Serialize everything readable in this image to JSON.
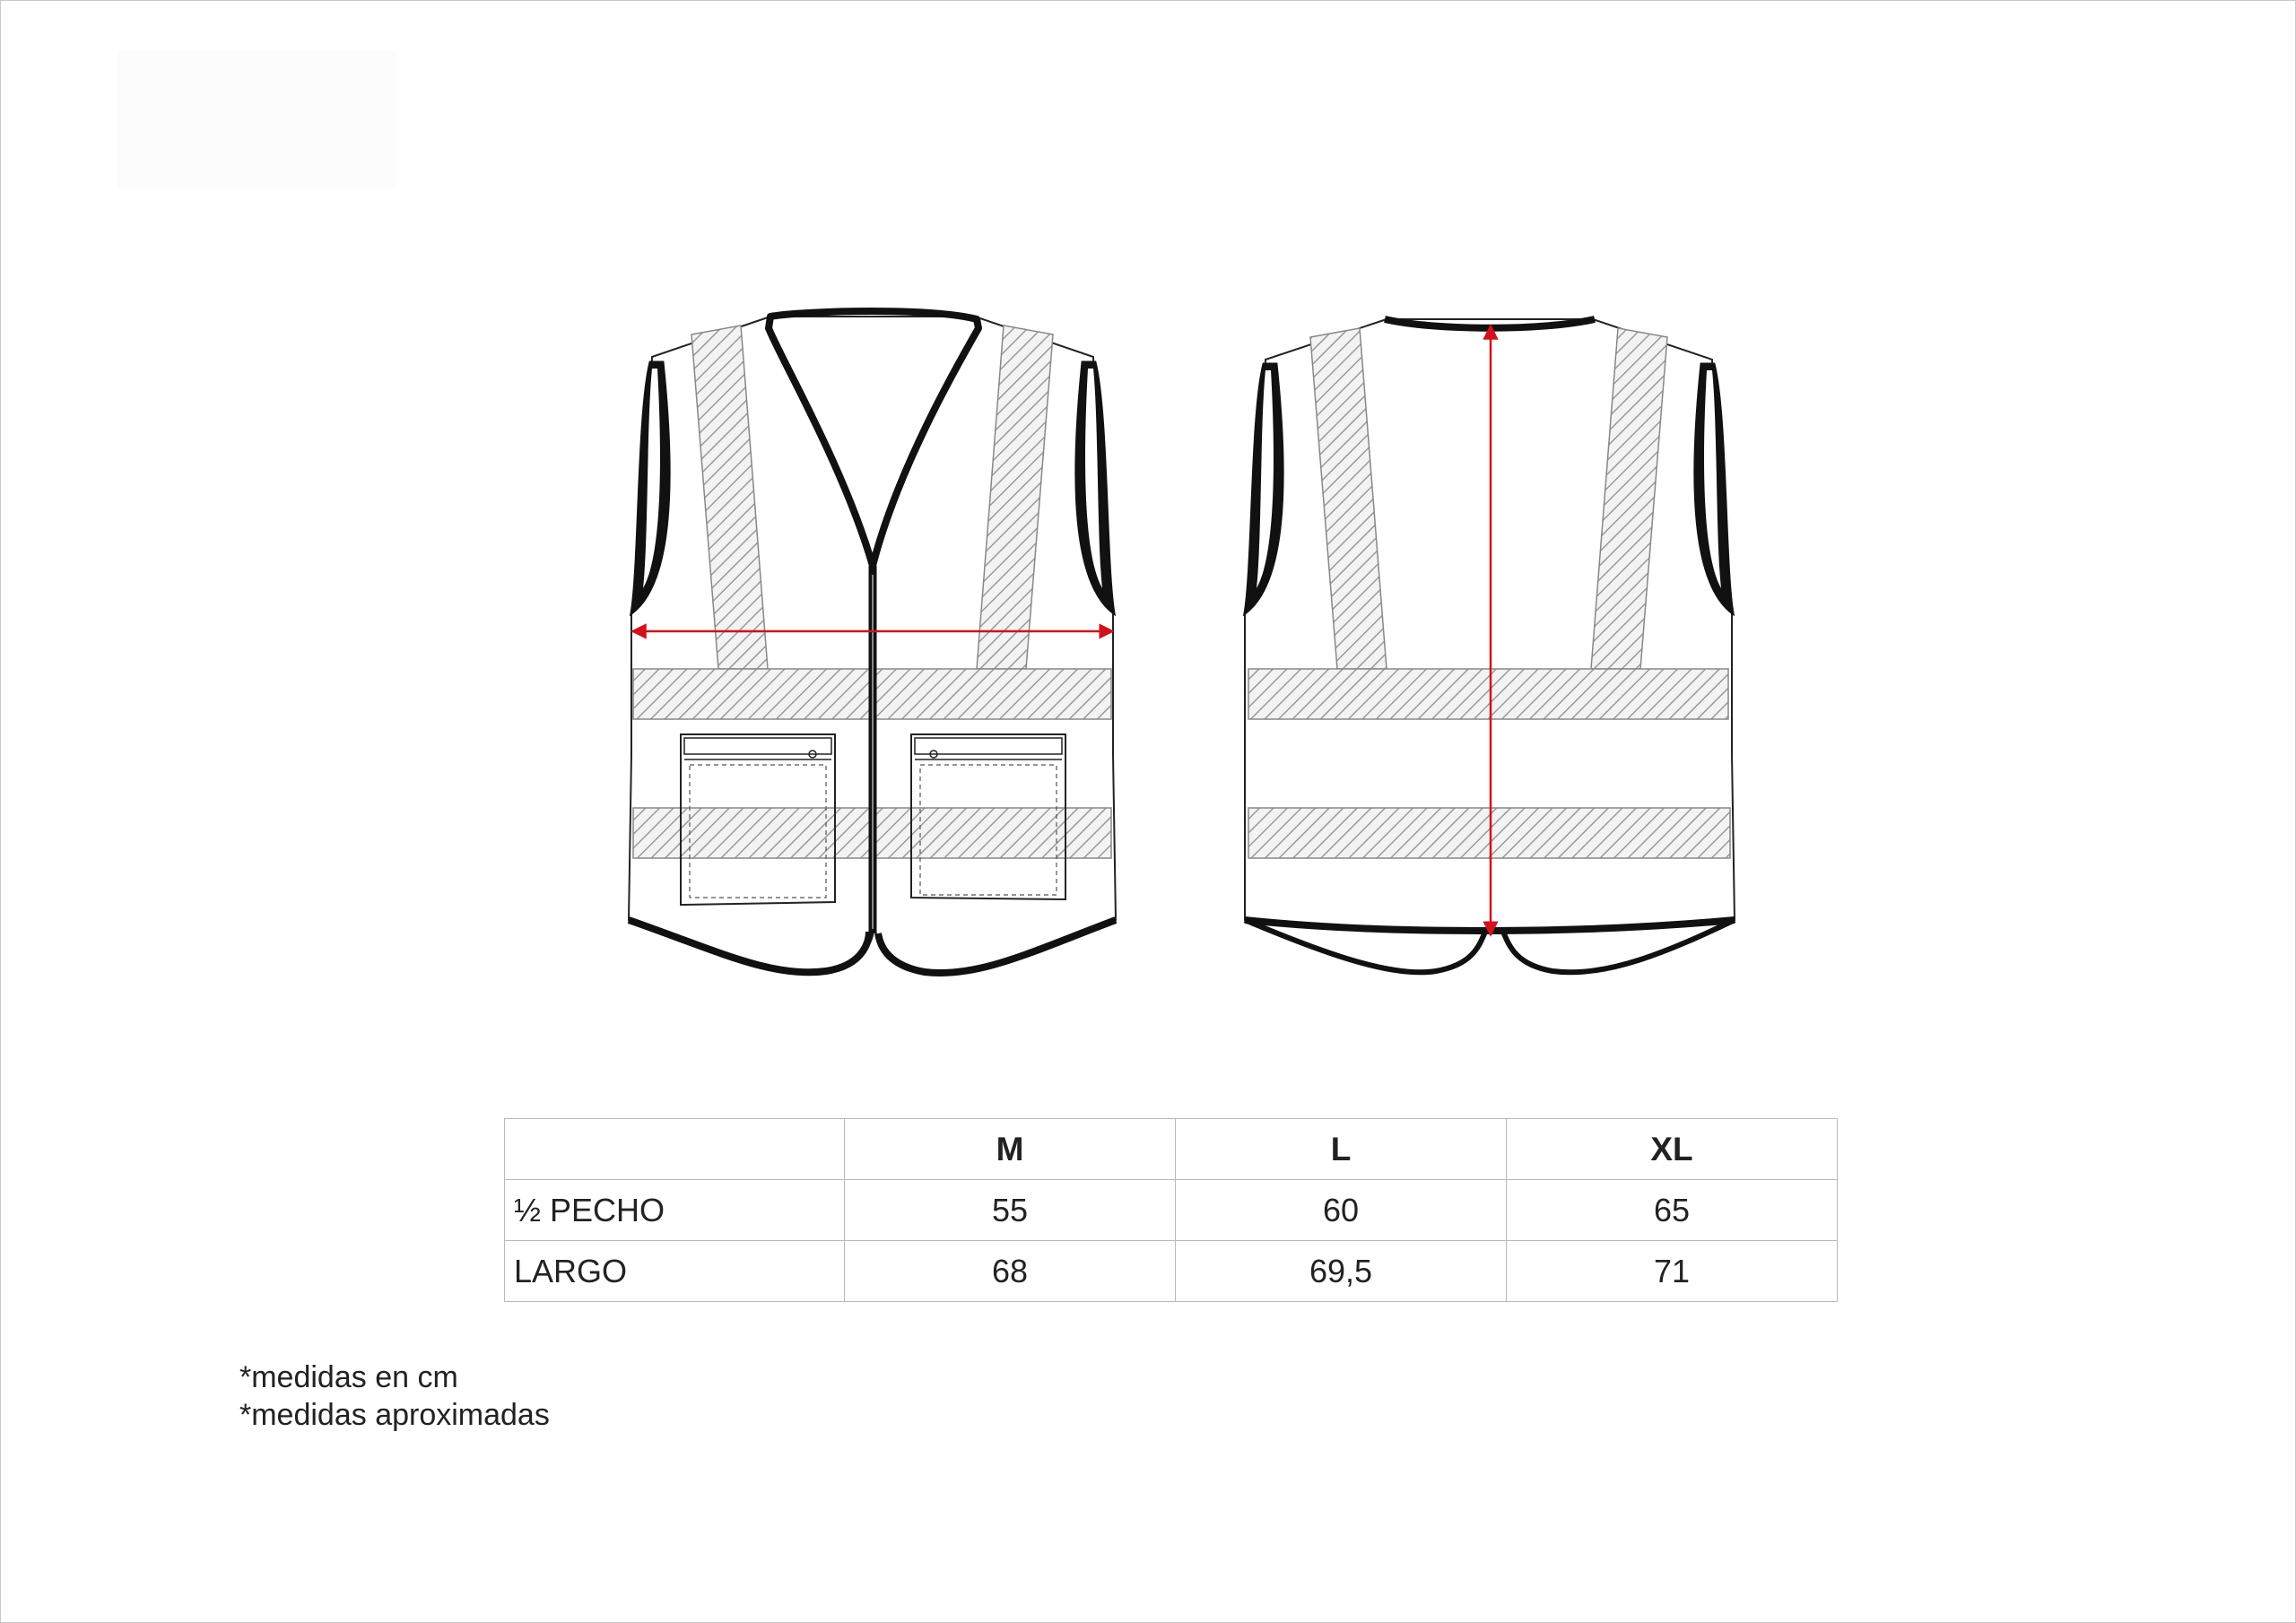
{
  "size_table": {
    "headers": [
      "",
      "M",
      "L",
      "XL"
    ],
    "rows": [
      {
        "label": "½  PECHO",
        "values": [
          "55",
          "60",
          "65"
        ]
      },
      {
        "label": "LARGO",
        "values": [
          "68",
          "69,5",
          "71"
        ]
      }
    ]
  },
  "notes": [
    "*medidas en cm",
    "*medidas aproximadas"
  ],
  "colors": {
    "outline": "#111111",
    "reflective_hatch": "#9a9a9a",
    "measure_arrow": "#d1111c",
    "table_border": "#b9b9b9"
  },
  "icons": [
    "front-vest-drawing",
    "back-vest-drawing",
    "chest-measure-arrow",
    "length-measure-arrow"
  ]
}
